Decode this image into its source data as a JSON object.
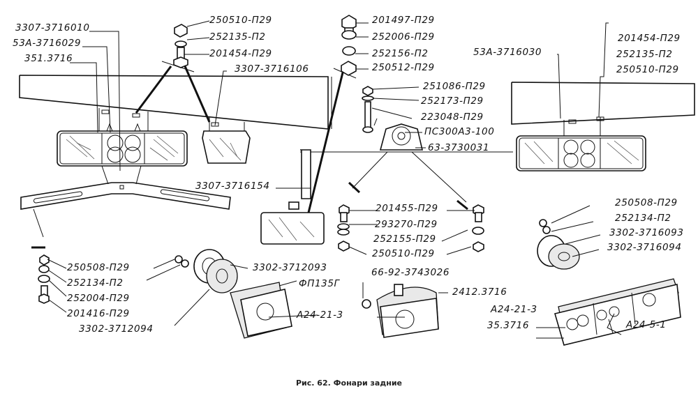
{
  "figure": {
    "caption": "Рис. 62. Фонари задние",
    "title": "Фонари задние",
    "figure_number": "62"
  },
  "labels": {
    "top_left": {
      "l1": "3307-3716010",
      "l2": "53А-3716029",
      "l3": "351.3716"
    },
    "top_center_left": {
      "l1": "250510-П29",
      "l2": "252135-П2",
      "l3": "201454-П29",
      "l4": "3307-3716106"
    },
    "top_center": {
      "l1": "201497-П29",
      "l2": "252006-П29",
      "l3": "252156-П2",
      "l4": "250512-П29"
    },
    "top_right": {
      "l1": "53А-3716030",
      "l2": "201454-П29",
      "l3": "252135-П2",
      "l4": "250510-П29"
    },
    "middle": {
      "l1": "251086-П29",
      "l2": "252173-П29",
      "l3": "223048-П29",
      "l4": "ПС300А3-100",
      "l5": "63-3730031",
      "l6": "3307-3716154"
    },
    "middle_lower": {
      "l1": "201455-П29",
      "l2": "293270-П29",
      "l3": "252155-П29",
      "l4": "250510-П29"
    },
    "right_lower": {
      "l1": "250508-П29",
      "l2": "252134-П2",
      "l3": "3302-3716093",
      "l4": "3302-3716094",
      "l5": "A24-21-3",
      "l6": "35.3716",
      "l7": "A24-5-1"
    },
    "bottom_left": {
      "l1": "250508-П29",
      "l2": "252134-П2",
      "l3": "252004-П29",
      "l4": "201416-П29",
      "l5": "3302-3712094",
      "l6": "3302-3712093",
      "l7": "ФП135Г",
      "l8": "A24-21-3"
    },
    "bottom_center": {
      "l1": "66-92-3743026",
      "l2": "2412.3716"
    }
  }
}
